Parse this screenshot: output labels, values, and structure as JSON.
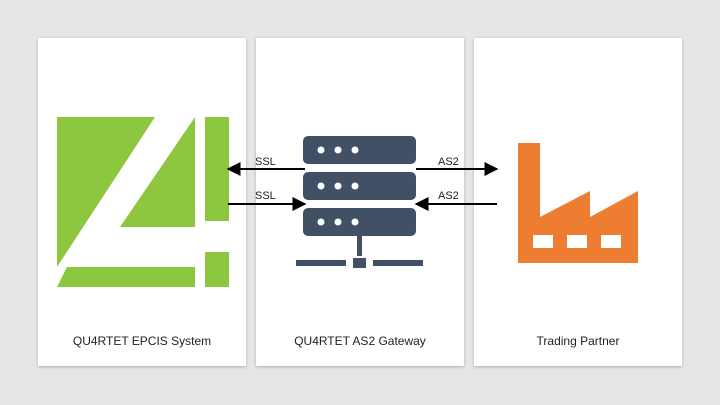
{
  "colors": {
    "background": "#e6e6e6",
    "panel": "#ffffff",
    "logo_green": "#8dc63f",
    "server": "#425066",
    "factory": "#ed7d31",
    "arrow": "#000000"
  },
  "panels": [
    {
      "label": "QU4RTET EPCIS System",
      "icon": "qu4rtet-logo-icon"
    },
    {
      "label": "QU4RTET AS2 Gateway",
      "icon": "server-stack-icon"
    },
    {
      "label": "Trading Partner",
      "icon": "factory-icon"
    }
  ],
  "connections": {
    "left_top": {
      "label": "SSL",
      "direction": "to-epcis"
    },
    "left_bottom": {
      "label": "SSL",
      "direction": "to-gateway"
    },
    "right_top": {
      "label": "AS2",
      "direction": "to-partner"
    },
    "right_bottom": {
      "label": "AS2",
      "direction": "to-gateway"
    }
  }
}
